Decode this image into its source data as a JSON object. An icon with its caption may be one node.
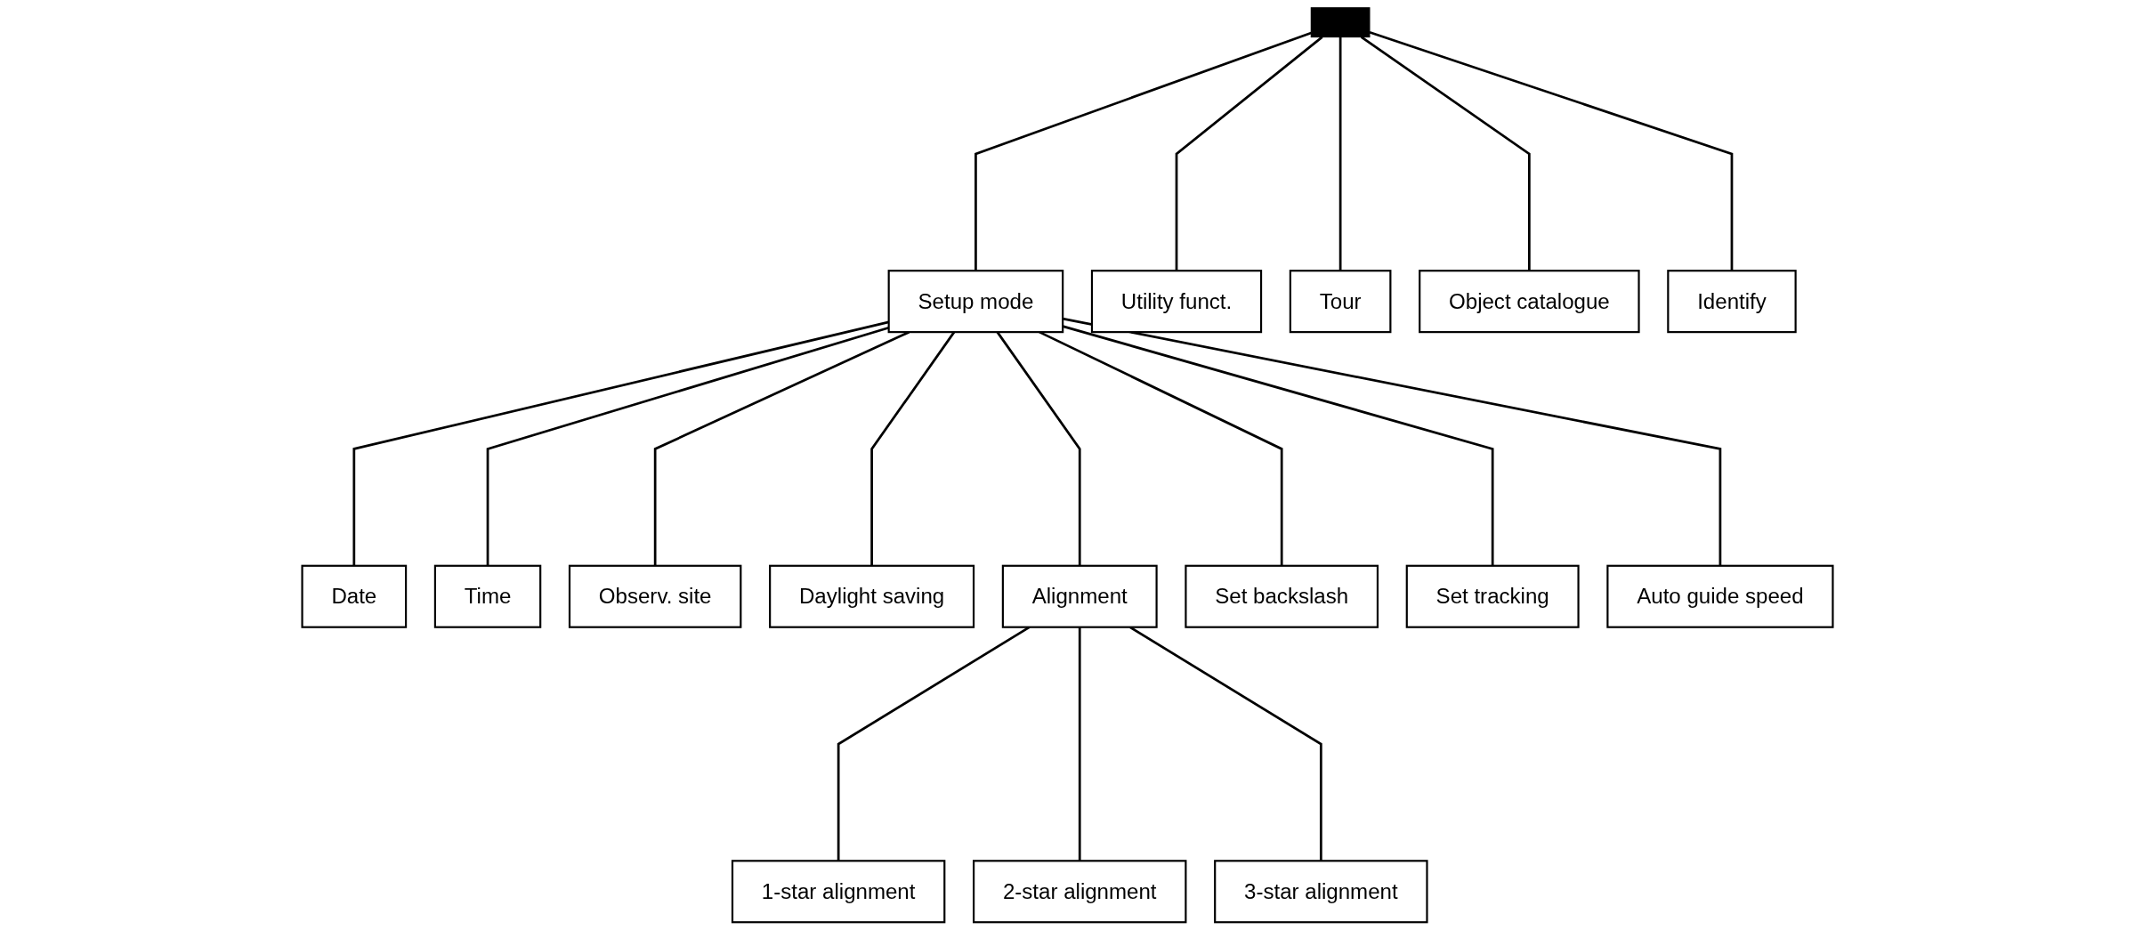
{
  "diagram": {
    "nodes": [
      {
        "text": [],
        "shape": "bar"
      },
      {
        "text": [
          "Setup mode"
        ]
      },
      {
        "text": [
          "Utility funct."
        ]
      },
      {
        "text": [
          "Tour"
        ]
      },
      {
        "text": [
          "Object catalogue"
        ]
      },
      {
        "text": [
          "Identify"
        ]
      },
      {
        "text": [
          "Date"
        ]
      },
      {
        "text": [
          "Time"
        ]
      },
      {
        "text": [
          "Observ. site"
        ]
      },
      {
        "text": [
          "Daylight saving"
        ]
      },
      {
        "text": [
          "Alignment"
        ]
      },
      {
        "text": [
          "Set backslash"
        ]
      },
      {
        "text": [
          "Set tracking"
        ]
      },
      {
        "text": [
          "Auto guide speed"
        ]
      },
      {
        "text": [
          "1-star alignment"
        ]
      },
      {
        "text": [
          "2-star alignment"
        ]
      },
      {
        "text": [
          "3-star alignment"
        ]
      }
    ],
    "edges": [
      {
        "from": 0,
        "to": 1,
        "arrow": "none"
      },
      {
        "from": 0,
        "to": 2,
        "arrow": "none"
      },
      {
        "from": 0,
        "to": 3,
        "arrow": "none"
      },
      {
        "from": 0,
        "to": 4,
        "arrow": "none"
      },
      {
        "from": 0,
        "to": 5,
        "arrow": "none"
      },
      {
        "from": 1,
        "to": 6,
        "arrow": "none"
      },
      {
        "from": 1,
        "to": 7,
        "arrow": "none"
      },
      {
        "from": 1,
        "to": 8,
        "arrow": "none"
      },
      {
        "from": 1,
        "to": 9,
        "arrow": "none"
      },
      {
        "from": 1,
        "to": 10,
        "arrow": "none"
      },
      {
        "from": 1,
        "to": 11,
        "arrow": "none"
      },
      {
        "from": 1,
        "to": 12,
        "arrow": "none"
      },
      {
        "from": 1,
        "to": 13,
        "arrow": "none"
      },
      {
        "from": 10,
        "to": 14,
        "arrow": "none"
      },
      {
        "from": 10,
        "to": 15,
        "arrow": "none"
      },
      {
        "from": 10,
        "to": 16,
        "arrow": "none"
      }
    ]
  }
}
